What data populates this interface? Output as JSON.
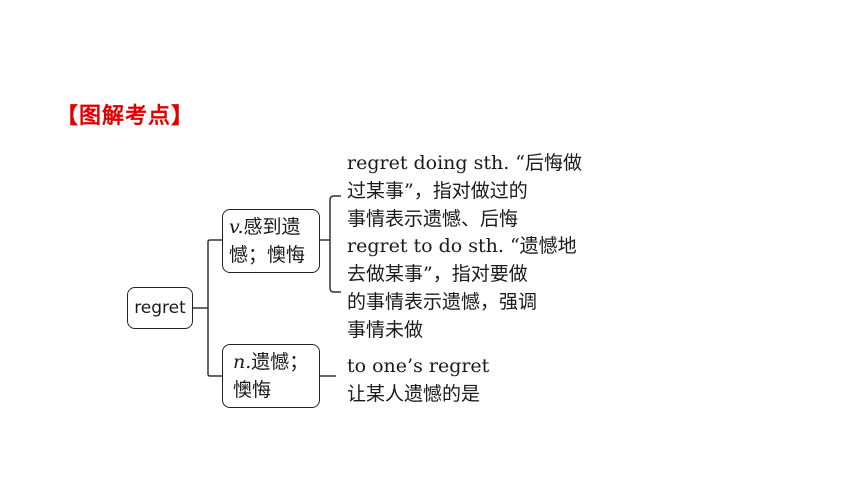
{
  "title": "【图解考点】",
  "root": {
    "label": "regret"
  },
  "verb_node": {
    "pos": "v.",
    "line1_rest": "感到遗",
    "line2": "憾；懊悔"
  },
  "noun_node": {
    "pos": "n.",
    "line1_rest": "遗憾；",
    "line2": "懊悔"
  },
  "verb_notes": [
    {
      "lines": [
        "regret doing sth. “后悔做",
        "过某事”，指对做过的",
        "事情表示遗憾、后悔"
      ]
    },
    {
      "lines": [
        "regret to do sth. “遗憾地",
        "去做某事”，指对要做",
        "的事情表示遗憾，强调",
        "事情未做"
      ]
    }
  ],
  "noun_note": {
    "lines": [
      "to one’s regret",
      "让某人遗憾的是"
    ]
  }
}
